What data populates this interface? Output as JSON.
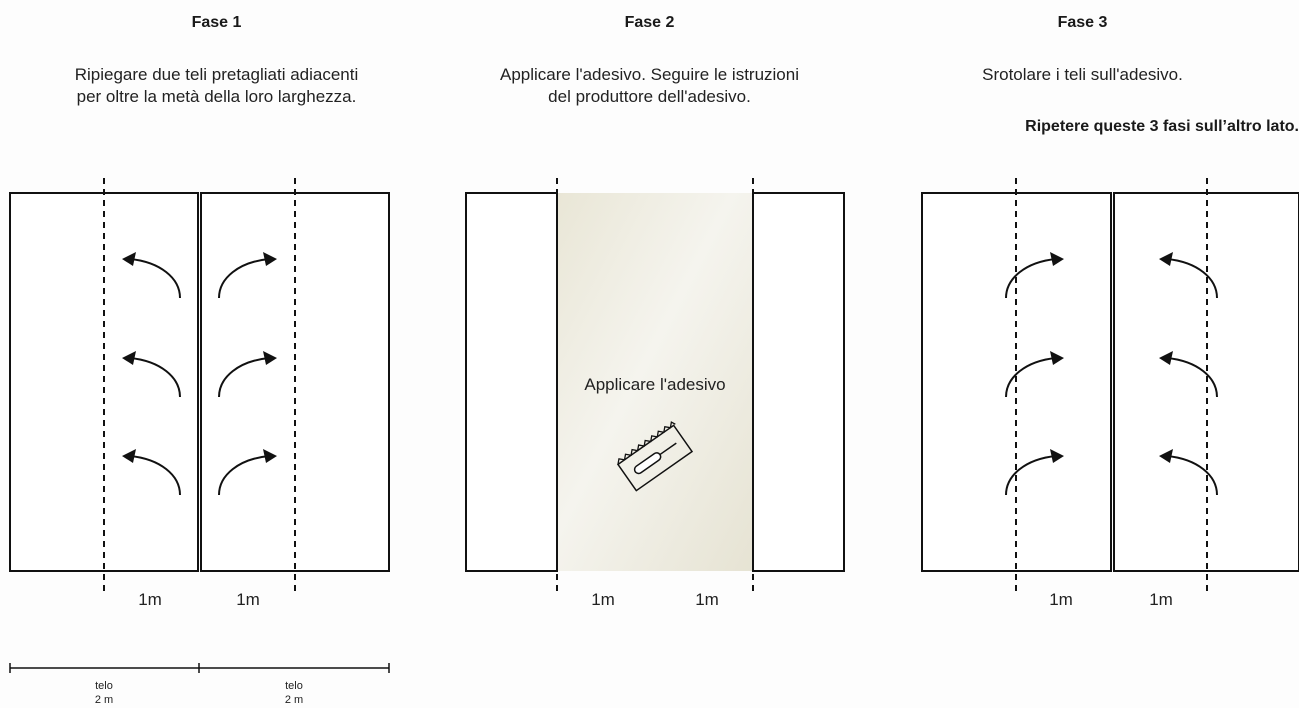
{
  "phases": [
    {
      "title": "Fase 1",
      "description_lines": [
        "Ripiegare due teli pretagliati adiacenti",
        "per oltre la metà della loro larghezza."
      ]
    },
    {
      "title": "Fase 2",
      "description_lines": [
        "Applicare l'adesivo. Seguire le istruzioni",
        "del produttore dell'adesivo."
      ],
      "overlay_label": "Applicare l'adesivo"
    },
    {
      "title": "Fase 3",
      "description_lines": [
        "Srotolare i teli sull'adesivo."
      ],
      "note": "Ripetere queste 3 fasi sull’altro lato."
    }
  ],
  "dimension_labels": [
    "1m",
    "1m"
  ],
  "scale_bar": {
    "segments": [
      {
        "line1": "telo",
        "line2": "2 m"
      },
      {
        "line1": "telo",
        "line2": "2 m"
      }
    ]
  },
  "icons": [
    "arrow-fold-icon",
    "arrow-unfold-icon",
    "adhesive-trowel-icon"
  ],
  "colors": {
    "stroke": "#111111",
    "adhesive_area": "#ece9dc",
    "background": "#fdfdfd"
  }
}
